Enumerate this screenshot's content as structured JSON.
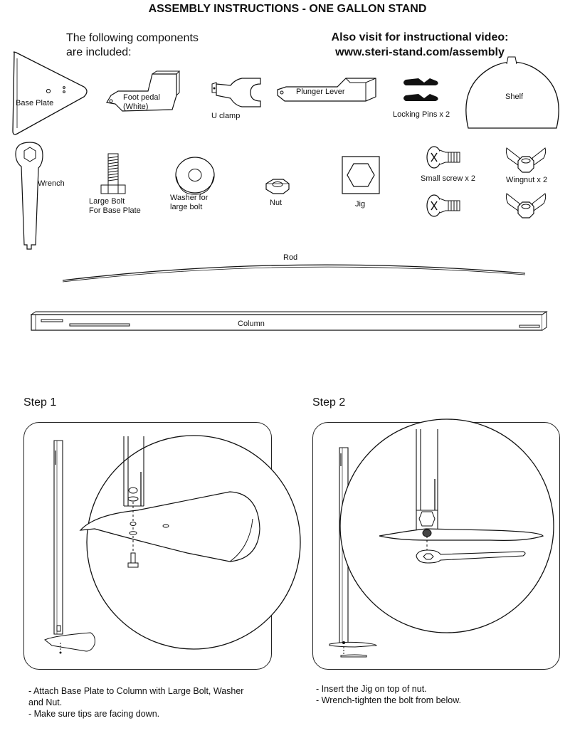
{
  "title": "ASSEMBLY INSTRUCTIONS - ONE GALLON STAND",
  "intro": [
    "The following components",
    "are included:"
  ],
  "visit": [
    "Also visit for instructional video:",
    "www.steri-stand.com/assembly"
  ],
  "components": {
    "base_plate": "Base Plate",
    "foot_pedal": [
      "Foot pedal",
      "(White)"
    ],
    "u_clamp": "U clamp",
    "plunger_lever": "Plunger Lever",
    "locking_pins": "Locking Pins x 2",
    "shelf": "Shelf",
    "wrench": "Wrench",
    "large_bolt": [
      "Large Bolt",
      "For Base Plate"
    ],
    "washer": [
      "Washer for",
      "large bolt"
    ],
    "nut": "Nut",
    "jig": "Jig",
    "small_screw": "Small screw x 2",
    "wingnut": "Wingnut x 2",
    "rod": "Rod",
    "column": "Column"
  },
  "steps": [
    {
      "heading": "Step 1",
      "instructions": [
        "- Attach Base Plate to Column with Large Bolt, Washer",
        "and Nut.",
        "- Make sure tips are facing down."
      ]
    },
    {
      "heading": "Step 2",
      "instructions": [
        "- Insert the Jig on top of nut.",
        "- Wrench-tighten the bolt from below."
      ]
    }
  ]
}
